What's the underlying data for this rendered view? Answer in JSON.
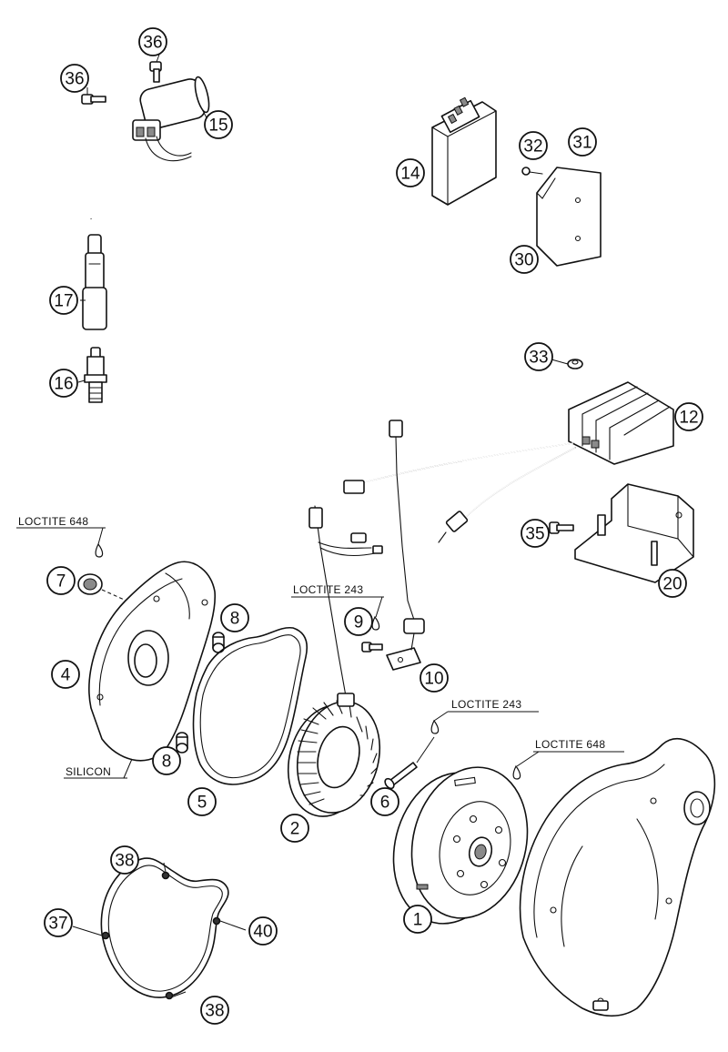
{
  "callouts": [
    {
      "id": "c36a",
      "label": "36"
    },
    {
      "id": "c36b",
      "label": "36"
    },
    {
      "id": "c15",
      "label": "15"
    },
    {
      "id": "c14",
      "label": "14"
    },
    {
      "id": "c32",
      "label": "32"
    },
    {
      "id": "c31",
      "label": "31"
    },
    {
      "id": "c30",
      "label": "30"
    },
    {
      "id": "c17",
      "label": "17"
    },
    {
      "id": "c16",
      "label": "16"
    },
    {
      "id": "c33",
      "label": "33"
    },
    {
      "id": "c12",
      "label": "12"
    },
    {
      "id": "c35",
      "label": "35"
    },
    {
      "id": "c20",
      "label": "20"
    },
    {
      "id": "c7",
      "label": "7"
    },
    {
      "id": "c8a",
      "label": "8"
    },
    {
      "id": "c4",
      "label": "4"
    },
    {
      "id": "c8b",
      "label": "8"
    },
    {
      "id": "c5",
      "label": "5"
    },
    {
      "id": "c2",
      "label": "2"
    },
    {
      "id": "c9",
      "label": "9"
    },
    {
      "id": "c10",
      "label": "10"
    },
    {
      "id": "c6",
      "label": "6"
    },
    {
      "id": "c1",
      "label": "1"
    },
    {
      "id": "c38a",
      "label": "38"
    },
    {
      "id": "c37",
      "label": "37"
    },
    {
      "id": "c40",
      "label": "40"
    },
    {
      "id": "c38b",
      "label": "38"
    }
  ],
  "notes": {
    "loctite_648_left": "LOCTITE 648",
    "loctite_243_mid": "LOCTITE 243",
    "loctite_243_right": "LOCTITE 243",
    "loctite_648_right": "LOCTITE 648",
    "silicon": "SILICON"
  }
}
